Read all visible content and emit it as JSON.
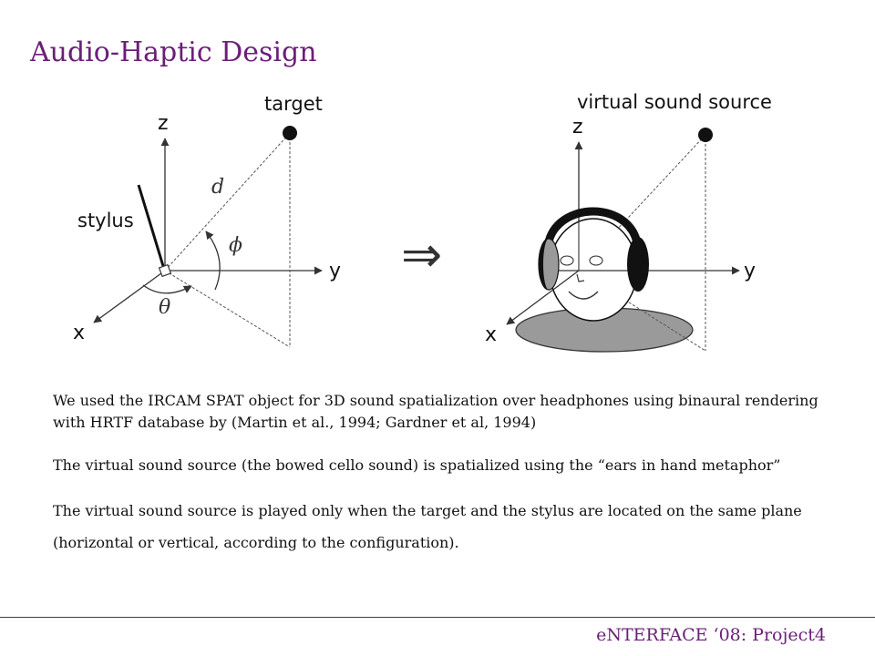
{
  "slide": {
    "title": "Audio-Haptic Design",
    "footer": "eNTERFACE ‘08: Project4"
  },
  "diagram_left": {
    "target_label": "target",
    "z_label": "z",
    "y_label": "y",
    "x_label": "x",
    "stylus_label": "stylus",
    "distance_label": "d",
    "phi_label": "ϕ",
    "theta_label": "θ"
  },
  "implies_arrow": "⇒",
  "diagram_right": {
    "source_label": "virtual sound source",
    "z_label": "z",
    "y_label": "y",
    "x_label": "x"
  },
  "paragraphs": [
    "We used the IRCAM SPAT object for 3D sound spatialization over headphones using binaural rendering with HRTF database by (Martin et al., 1994; Gardner et al, 1994)",
    "The virtual sound source (the bowed cello sound) is spatialized using the “ears in hand metaphor”",
    "The virtual sound source is played only when the target and the stylus are located on the same plane (horizontal or vertical, according to the configuration)."
  ],
  "colors": {
    "accent": "#6b1f78",
    "text": "#111111",
    "diagram_line": "#333333",
    "shading": "#9a9a9a"
  }
}
